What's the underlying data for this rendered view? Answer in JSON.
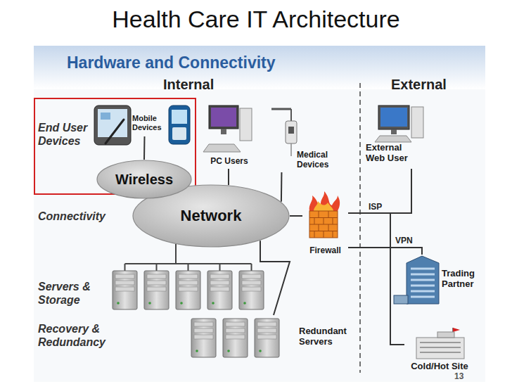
{
  "diagram": {
    "title": "Health Care IT Architecture",
    "nodes": [
      {
        "text": [
          "Wireless"
        ]
      },
      {
        "text": [
          "Network"
        ]
      },
      {
        "text": [
          "Mobile Devices"
        ]
      },
      {
        "text": [
          "PC Users"
        ]
      },
      {
        "text": [
          "Medical Devices"
        ]
      },
      {
        "text": [
          "Firewall"
        ]
      },
      {
        "text": [
          "External Web User"
        ]
      },
      {
        "text": [
          "Trading Partner"
        ]
      },
      {
        "text": [
          "Cold/Hot Site"
        ]
      },
      {
        "text": [
          "Redundant Servers"
        ]
      }
    ],
    "edges": [
      {
        "from": 2,
        "to": 0,
        "arrow": "none"
      },
      {
        "from": 3,
        "to": 1,
        "arrow": "none"
      },
      {
        "from": 4,
        "to": 1,
        "arrow": "none"
      },
      {
        "from": 1,
        "to": 5,
        "arrow": "none"
      },
      {
        "from": 5,
        "to": 6,
        "label": "ISP",
        "arrow": "none"
      },
      {
        "from": 5,
        "to": 7,
        "label": "VPN",
        "arrow": "none"
      },
      {
        "from": 5,
        "to": 8,
        "arrow": "none"
      },
      {
        "from": 1,
        "to": 9,
        "arrow": "none"
      }
    ],
    "labels": [
      "Hardware and Connectivity",
      "Internal",
      "External",
      "End User Devices",
      "Connectivity",
      "Servers & Storage",
      "Recovery & Redundancy",
      "13"
    ]
  }
}
